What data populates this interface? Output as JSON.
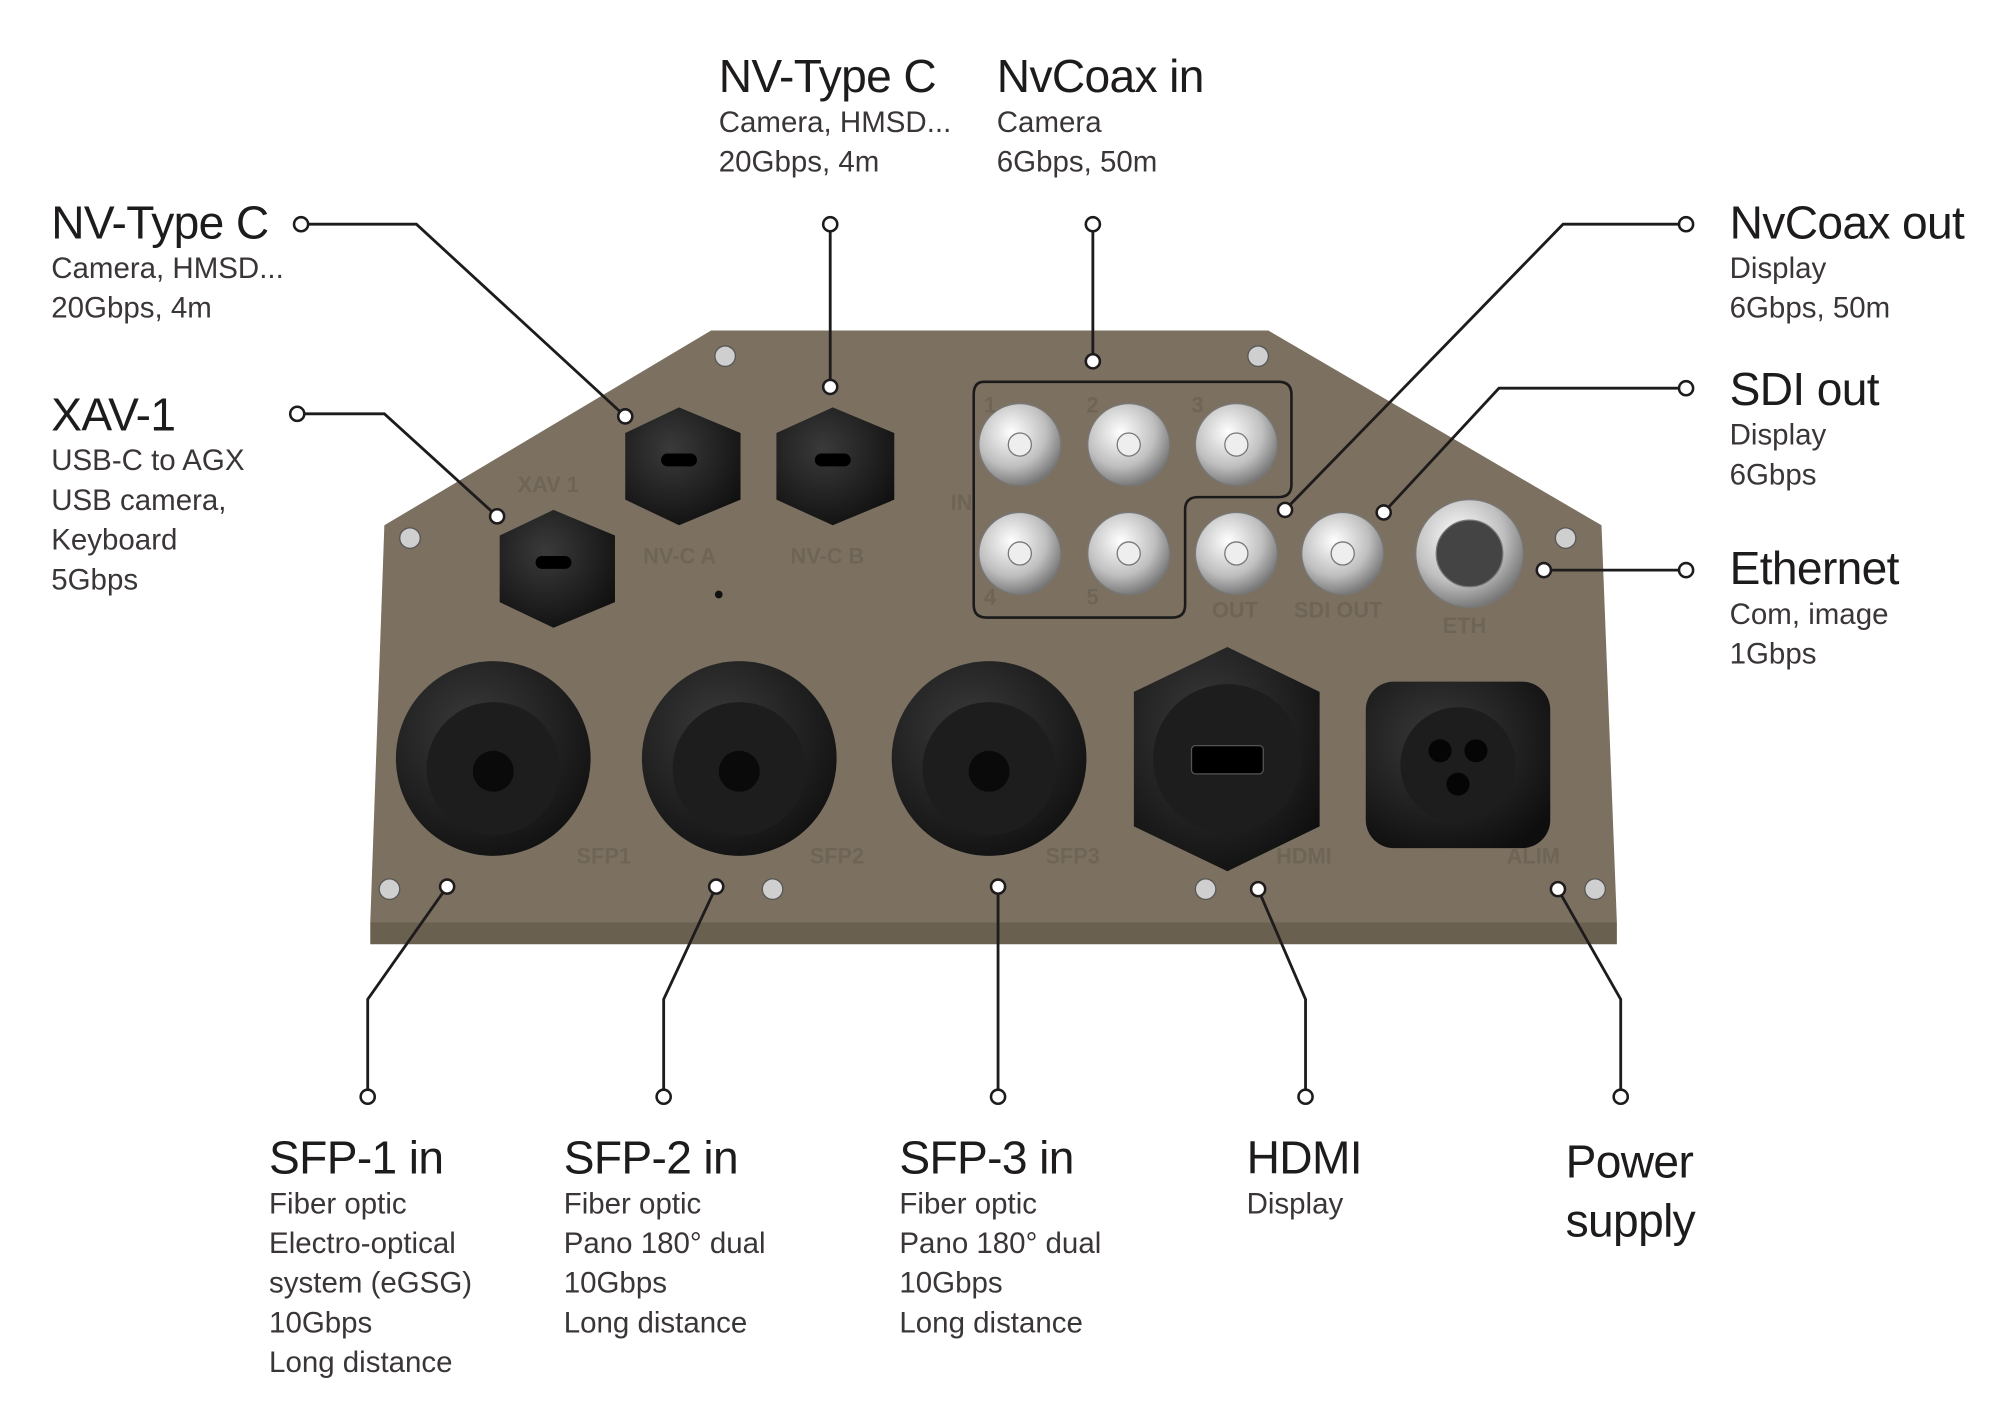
{
  "colors": {
    "panel": "#7c7161",
    "panel_edge": "#6a604f",
    "line": "#1e1b1c",
    "connector": "#1a1a1a",
    "chrome": "#d8d8d8"
  },
  "callouts": {
    "nvc_a": {
      "title": "NV-Type C",
      "lines": [
        "Camera, HMSD...",
        "20Gbps, 4m"
      ]
    },
    "xav": {
      "title": "XAV-1",
      "lines": [
        "USB-C to AGX",
        "USB camera,",
        "Keyboard",
        "5Gbps"
      ]
    },
    "nvc_b": {
      "title": "NV-Type C",
      "lines": [
        "Camera, HMSD...",
        "20Gbps, 4m"
      ]
    },
    "coax_in": {
      "title": "NvCoax in",
      "lines": [
        "Camera",
        "6Gbps, 50m"
      ]
    },
    "coax_out": {
      "title": "NvCoax out",
      "lines": [
        "Display",
        "6Gbps, 50m"
      ]
    },
    "sdi_out": {
      "title": "SDI out",
      "lines": [
        "Display",
        "6Gbps"
      ]
    },
    "ethernet": {
      "title": "Ethernet",
      "lines": [
        "Com, image",
        "1Gbps"
      ]
    },
    "sfp1": {
      "title": "SFP-1 in",
      "lines": [
        "Fiber optic",
        "Electro-optical",
        "system (eGSG)",
        "10Gbps",
        "Long distance"
      ]
    },
    "sfp2": {
      "title": "SFP-2 in",
      "lines": [
        "Fiber optic",
        "Pano 180° dual",
        "10Gbps",
        "Long distance"
      ]
    },
    "sfp3": {
      "title": "SFP-3 in",
      "lines": [
        "Fiber optic",
        "Pano 180° dual",
        "10Gbps",
        "Long distance"
      ]
    },
    "hdmi": {
      "title": "HDMI",
      "lines": [
        "Display"
      ]
    },
    "power": {
      "title": [
        "Power",
        "supply"
      ],
      "lines": []
    }
  },
  "panel_labels": {
    "xav": "XAV 1",
    "nvca": "NV-C A",
    "nvcb": "NV-C B",
    "in": "IN",
    "n1": "1",
    "n2": "2",
    "n3": "3",
    "n4": "4",
    "n5": "5",
    "out": "OUT",
    "sdiout": "SDI OUT",
    "eth": "ETH",
    "sfp1": "SFP1",
    "sfp2": "SFP2",
    "sfp3": "SFP3",
    "hdmi": "HDMI",
    "alim": "ALIM"
  }
}
